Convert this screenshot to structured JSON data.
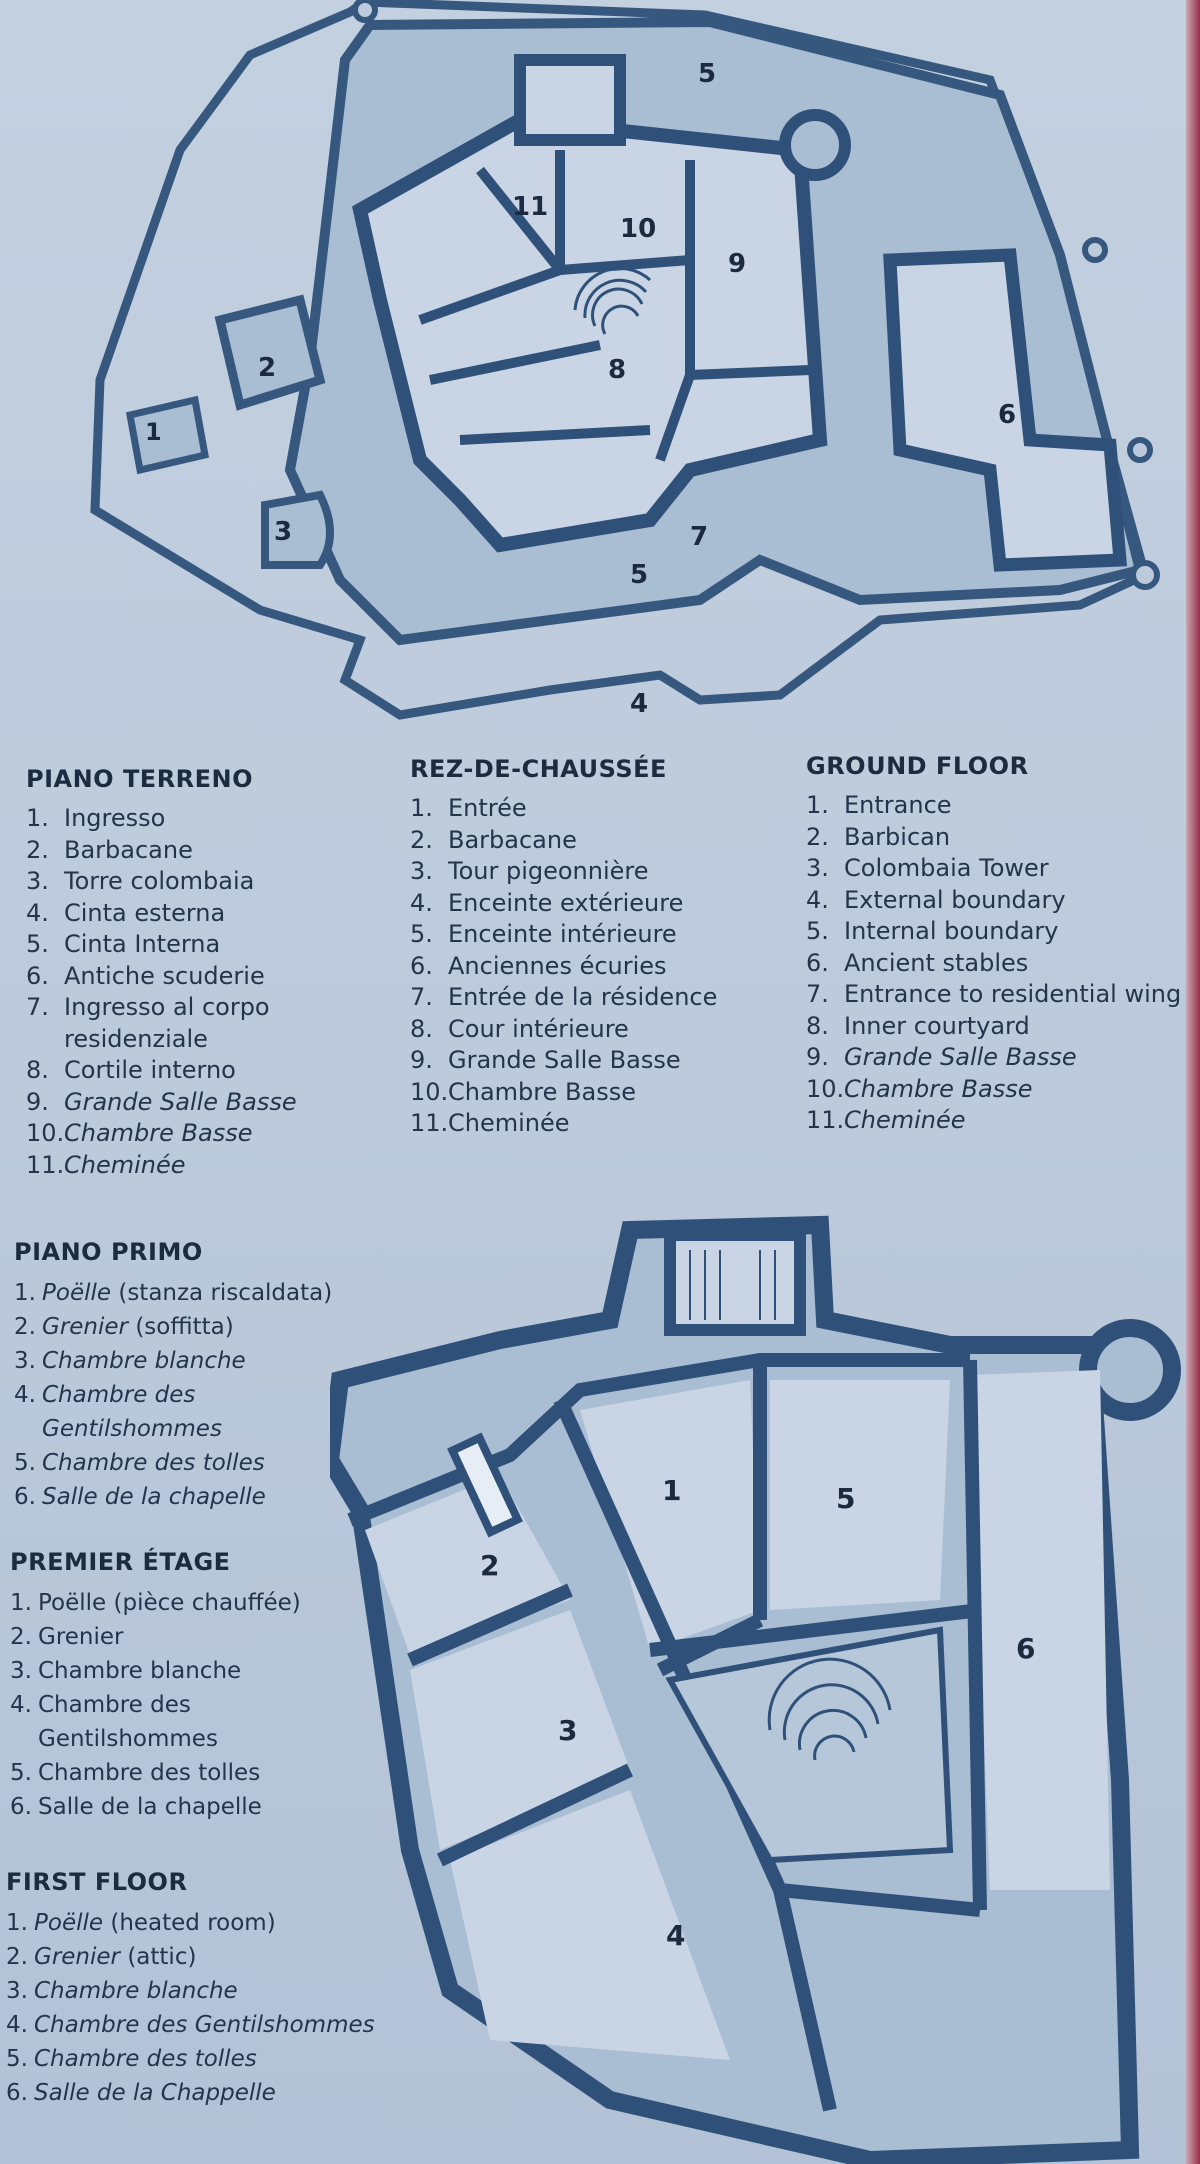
{
  "ground_plan": {
    "room_labels": [
      "1",
      "2",
      "3",
      "4",
      "5",
      "5",
      "6",
      "7",
      "8",
      "9",
      "10",
      "11"
    ]
  },
  "first_plan": {
    "room_labels": [
      "1",
      "2",
      "3",
      "4",
      "5",
      "6"
    ]
  },
  "legends": {
    "piano_terreno": {
      "title": "PIANO TERRENO",
      "items": [
        {
          "n": "1.",
          "t": "Ingresso"
        },
        {
          "n": "2.",
          "t": "Barbacane"
        },
        {
          "n": "3.",
          "t": "Torre colombaia"
        },
        {
          "n": "4.",
          "t": "Cinta esterna"
        },
        {
          "n": "5.",
          "t": "Cinta Interna"
        },
        {
          "n": "6.",
          "t": "Antiche scuderie"
        },
        {
          "n": "7.",
          "t": "Ingresso al corpo",
          "t2": "residenziale"
        },
        {
          "n": "8.",
          "t": "Cortile interno"
        },
        {
          "n": "9.",
          "t": "Grande Salle Basse"
        },
        {
          "n": "10.",
          "t": "Chambre Basse"
        },
        {
          "n": "11.",
          "t": "Cheminée"
        }
      ]
    },
    "rez_de_chaussee": {
      "title": "REZ-DE-CHAUSSÉE",
      "items": [
        {
          "n": "1.",
          "t": "Entrée"
        },
        {
          "n": "2.",
          "t": "Barbacane"
        },
        {
          "n": "3.",
          "t": "Tour pigeonnière"
        },
        {
          "n": "4.",
          "t": "Enceinte extérieure"
        },
        {
          "n": "5.",
          "t": "Enceinte intérieure"
        },
        {
          "n": "6.",
          "t": "Anciennes écuries"
        },
        {
          "n": "7.",
          "t": "Entrée de la résidence"
        },
        {
          "n": "8.",
          "t": "Cour intérieure"
        },
        {
          "n": "9.",
          "t": "Grande Salle Basse"
        },
        {
          "n": "10.",
          "t": "Chambre Basse"
        },
        {
          "n": "11.",
          "t": "Cheminée"
        }
      ]
    },
    "ground_floor": {
      "title": "GROUND FLOOR",
      "items": [
        {
          "n": "1.",
          "t": "Entrance"
        },
        {
          "n": "2.",
          "t": "Barbican"
        },
        {
          "n": "3.",
          "t": "Colombaia Tower"
        },
        {
          "n": "4.",
          "t": "External boundary"
        },
        {
          "n": "5.",
          "t": "Internal boundary"
        },
        {
          "n": "6.",
          "t": "Ancient stables"
        },
        {
          "n": "7.",
          "t": "Entrance to residential wing"
        },
        {
          "n": "8.",
          "t": "Inner courtyard"
        },
        {
          "n": "9.",
          "t": "Grande Salle Basse"
        },
        {
          "n": "10.",
          "t": "Chambre Basse"
        },
        {
          "n": "11.",
          "t": "Cheminée"
        }
      ]
    },
    "piano_primo": {
      "title": "PIANO PRIMO",
      "items": [
        {
          "n": "1.",
          "t": "Poëlle",
          "t_rest": " (stanza riscaldata)"
        },
        {
          "n": "2.",
          "t": "Grenier",
          "t_rest": " (soffitta)"
        },
        {
          "n": "3.",
          "t": "Chambre blanche"
        },
        {
          "n": "4.",
          "t": "Chambre des",
          "t2": "Gentilshommes"
        },
        {
          "n": "5.",
          "t": "Chambre des tolles"
        },
        {
          "n": "6.",
          "t": "Salle de la chapelle"
        }
      ]
    },
    "premier_etage": {
      "title": "PREMIER ÉTAGE",
      "items": [
        {
          "n": "1.",
          "t": "Poëlle (pièce chauffée)"
        },
        {
          "n": "2.",
          "t": "Grenier"
        },
        {
          "n": "3.",
          "t": "Chambre blanche"
        },
        {
          "n": "4.",
          "t": "Chambre des",
          "t2": "Gentilshommes"
        },
        {
          "n": "5.",
          "t": "Chambre des tolles"
        },
        {
          "n": "6.",
          "t": "Salle de la chapelle"
        }
      ]
    },
    "first_floor": {
      "title": "FIRST FLOOR",
      "items": [
        {
          "n": "1.",
          "t": "Poëlle",
          "t_rest": " (heated room)"
        },
        {
          "n": "2.",
          "t": "Grenier",
          "t_rest": " (attic)"
        },
        {
          "n": "3.",
          "t": "Chambre blanche"
        },
        {
          "n": "4.",
          "t": "Chambre des Gentilshommes"
        },
        {
          "n": "5.",
          "t": "Chambre des tolles"
        },
        {
          "n": "6.",
          "t": "Salle de la Chappelle"
        }
      ]
    }
  }
}
